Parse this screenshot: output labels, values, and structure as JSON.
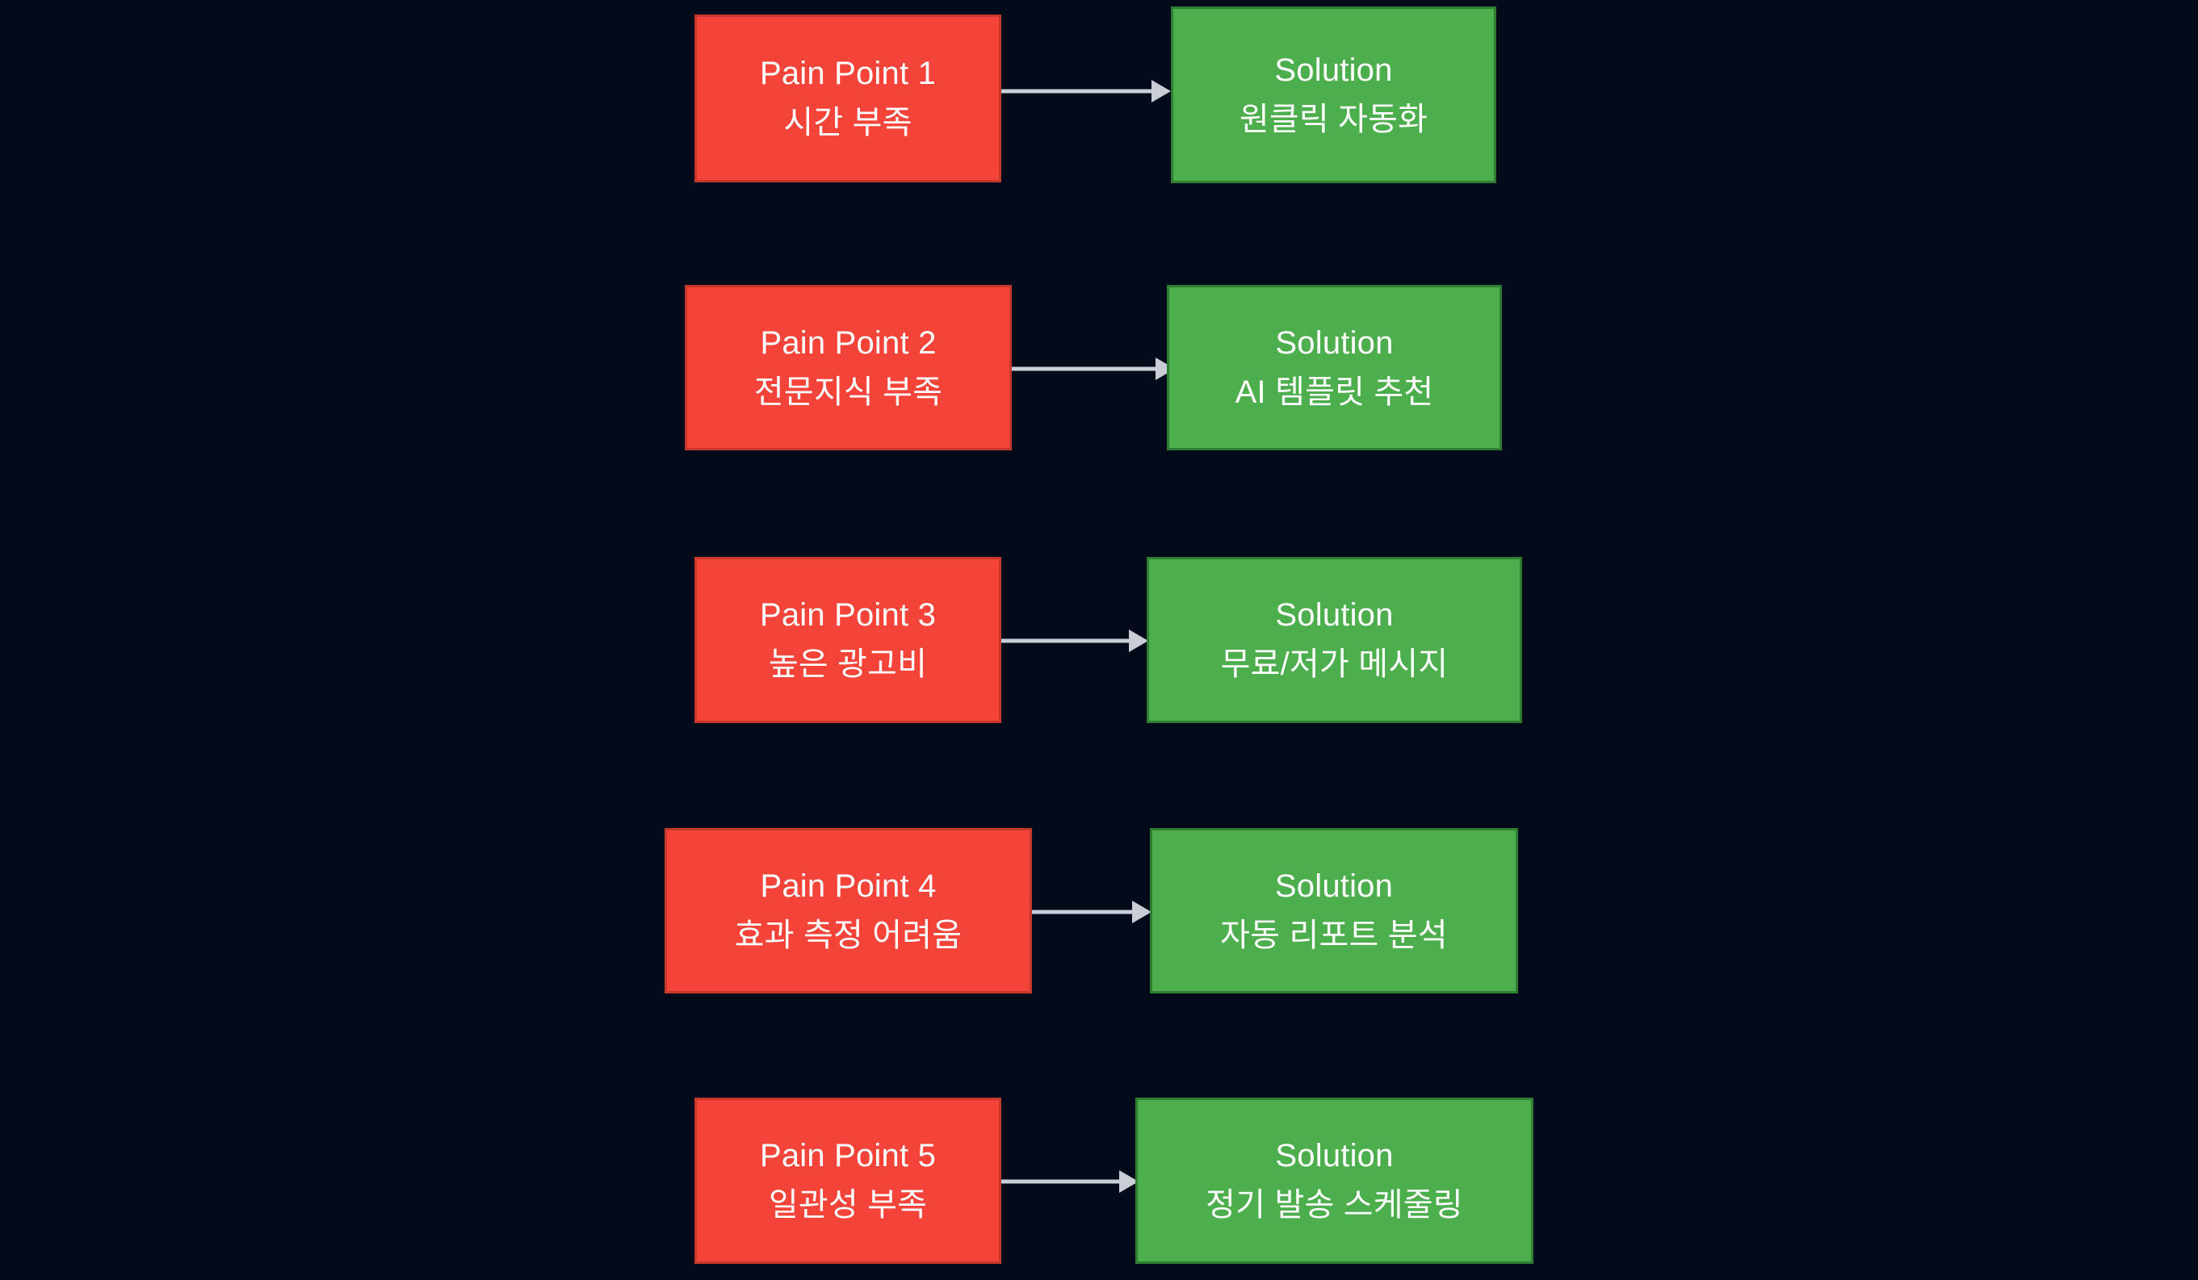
{
  "diagram": {
    "type": "flowchart",
    "orientation": "left-to-right",
    "background_color": "#030a1a",
    "pain_color": "#F4443A",
    "pain_border_color": "#C5382C",
    "solution_color": "#4CAE4C",
    "solution_border_color": "#2F7D32",
    "arrow_color": "#C9CDD5",
    "text_color": "#FFFFFF",
    "rows": [
      {
        "pain": {
          "title": "Pain Point 1",
          "subtitle": "시간 부족"
        },
        "solution": {
          "title": "Solution",
          "subtitle": "원클릭 자동화"
        },
        "arrow_label": ""
      },
      {
        "pain": {
          "title": "Pain Point 2",
          "subtitle": "전문지식 부족"
        },
        "solution": {
          "title": "Solution",
          "subtitle": "AI 템플릿 추천"
        },
        "arrow_label": ""
      },
      {
        "pain": {
          "title": "Pain Point 3",
          "subtitle": "높은 광고비"
        },
        "solution": {
          "title": "Solution",
          "subtitle": "무료/저가 메시지"
        },
        "arrow_label": ""
      },
      {
        "pain": {
          "title": "Pain Point 4",
          "subtitle": "효과 측정 어려움"
        },
        "solution": {
          "title": "Solution",
          "subtitle": "자동 리포트 분석"
        },
        "arrow_label": ""
      },
      {
        "pain": {
          "title": "Pain Point 5",
          "subtitle": "일관성 부족"
        },
        "solution": {
          "title": "Solution",
          "subtitle": "정기 발송 스케줄링"
        },
        "arrow_label": ""
      }
    ]
  }
}
